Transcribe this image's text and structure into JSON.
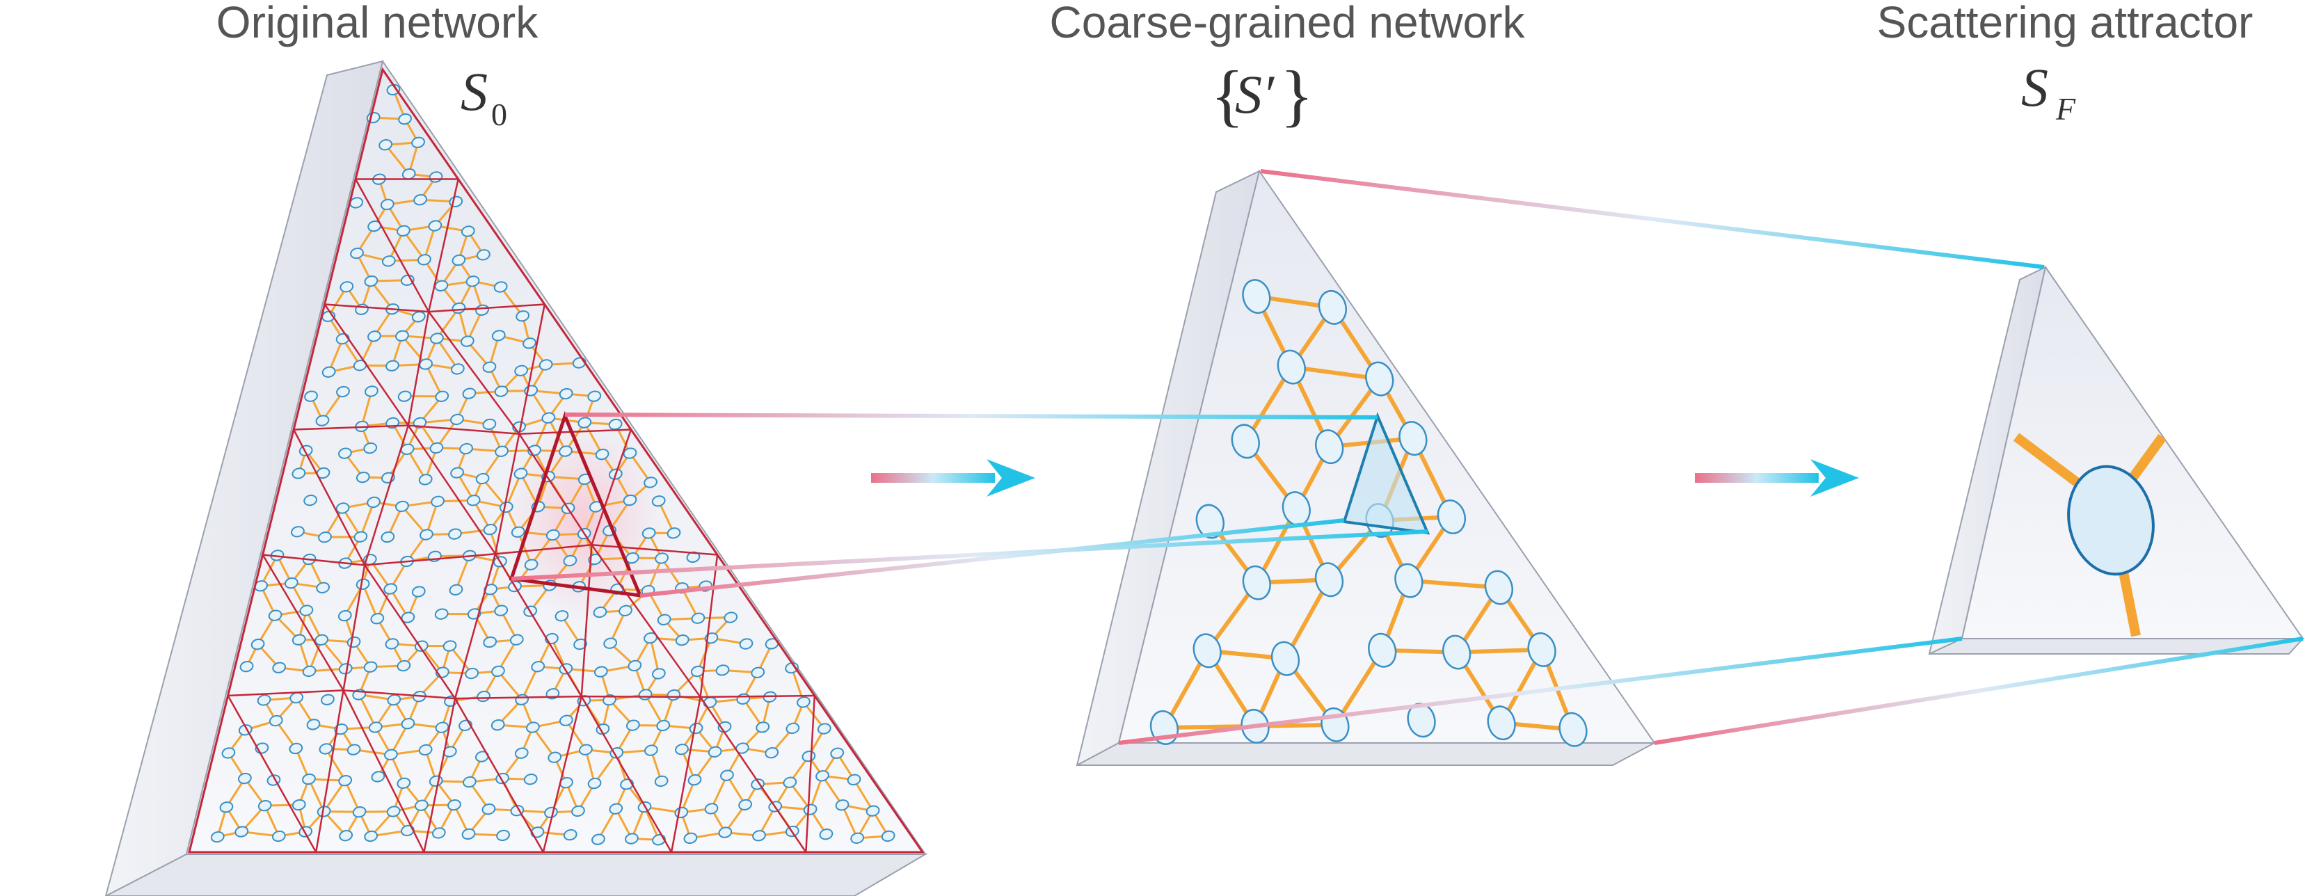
{
  "panels": [
    {
      "title": "Original network",
      "symbol": "S",
      "subscript": "0",
      "braced": false
    },
    {
      "title": "Coarse-grained network",
      "symbol": "S′",
      "subscript": "",
      "braced": true
    },
    {
      "title": "Scattering attractor",
      "symbol": "S",
      "subscript": "F",
      "braced": false
    }
  ],
  "braces": {
    "left": "{",
    "right": "}"
  },
  "colors": {
    "node_stroke": "#3a8fc4",
    "node_fill": "#e6f3fb",
    "edge": "#f5a533",
    "partition": "#c4273a",
    "link_pink": "#ec6f8a",
    "link_cyan": "#22c2e6",
    "highlight_triangle": "#1d7fb0",
    "prism_face": "#eef0f5",
    "prism_edge": "#9aa0ae"
  },
  "icons": {
    "flow_arrow": "right-arrow-icon"
  }
}
